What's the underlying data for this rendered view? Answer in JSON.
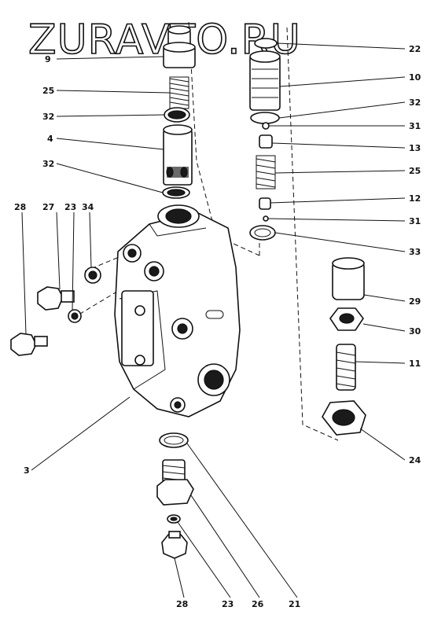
{
  "watermark": "ZURAVTO.RU",
  "callouts": {
    "c9": "9",
    "c25a": "25",
    "c32a": "32",
    "c4": "4",
    "c32b": "32",
    "c28a": "28",
    "c27": "27",
    "c23a": "23",
    "c34": "34",
    "c22": "22",
    "c10": "10",
    "c32c": "32",
    "c31a": "31",
    "c13": "13",
    "c25b": "25",
    "c12": "12",
    "c31b": "31",
    "c33": "33",
    "c29": "29",
    "c30": "30",
    "c11": "11",
    "c24": "24",
    "c3": "3",
    "c28b": "28",
    "c23b": "23",
    "c26": "26",
    "c21": "21"
  }
}
